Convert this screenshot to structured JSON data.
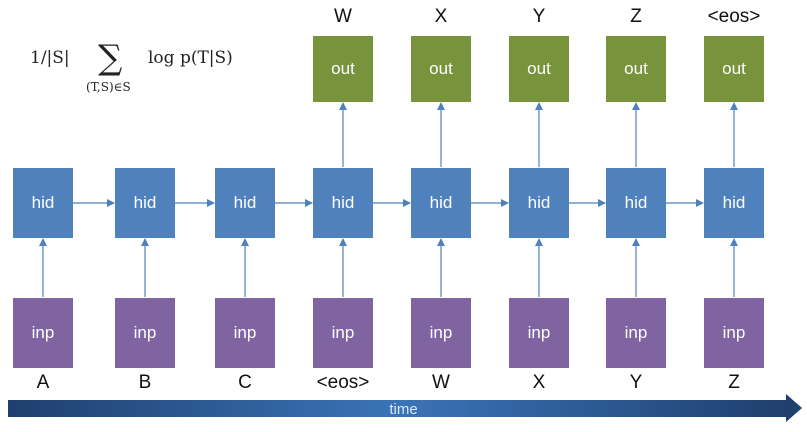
{
  "formula": {
    "lhs": "1/|S|",
    "sigma": "∑",
    "sub": "(T,S)∈S",
    "rhs": "log p(T|S)"
  },
  "hidden_label": "hid",
  "input_label": "inp",
  "output_label": "out",
  "input_tokens": [
    "A",
    "B",
    "C",
    "<eos>",
    "W",
    "X",
    "Y",
    "Z"
  ],
  "output_tokens": [
    "W",
    "X",
    "Y",
    "Z",
    "<eos>"
  ],
  "time_label": "time",
  "colors": {
    "hidden": "#4f81bd",
    "input": "#8064a2",
    "output": "#77933c",
    "arrow": "#4f81bd",
    "time_bar": "#2e5d98"
  }
}
